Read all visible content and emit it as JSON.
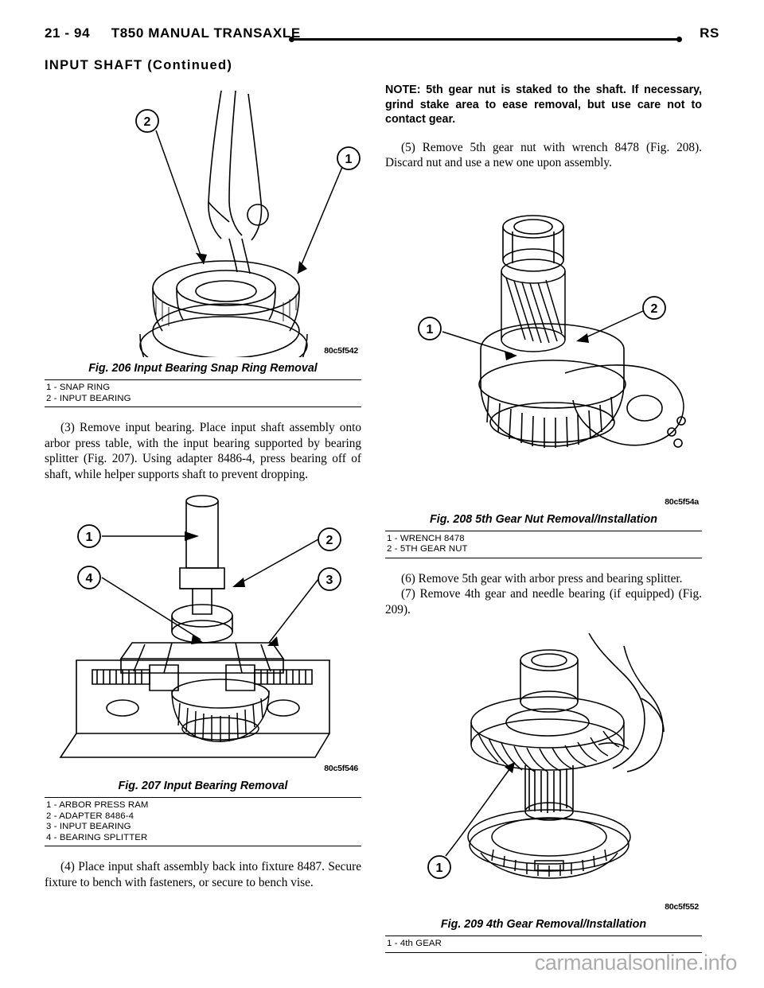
{
  "header": {
    "page_number": "21 - 94",
    "title": "T850 MANUAL TRANSAXLE",
    "right_label": "RS"
  },
  "section_title": "INPUT SHAFT (Continued)",
  "left_column": {
    "figure_206": {
      "code": "80c5f542",
      "caption": "Fig. 206 Input Bearing Snap Ring Removal",
      "legend": [
        "1 - SNAP RING",
        "2 - INPUT BEARING"
      ],
      "callouts": [
        "1",
        "2"
      ]
    },
    "paragraph_3": "(3) Remove input bearing. Place input shaft assembly onto arbor press table, with the input bearing supported by bearing splitter (Fig. 207). Using adapter 8486-4, press bearing off of shaft, while helper supports shaft to prevent dropping.",
    "figure_207": {
      "code": "80c5f546",
      "caption": "Fig. 207 Input Bearing Removal",
      "legend": [
        "1 - ARBOR PRESS RAM",
        "2 - ADAPTER 8486-4",
        "3 - INPUT BEARING",
        "4 - BEARING SPLITTER"
      ],
      "callouts": [
        "1",
        "2",
        "3",
        "4"
      ]
    },
    "paragraph_4": "(4) Place input shaft assembly back into fixture 8487. Secure fixture to bench with fasteners, or secure to bench vise."
  },
  "right_column": {
    "note": "NOTE: 5th gear nut is staked to the shaft. If necessary, grind stake area to ease removal, but use care not to contact gear.",
    "paragraph_5": "(5) Remove 5th gear nut with wrench 8478 (Fig. 208). Discard nut and use a new one upon assembly.",
    "figure_208": {
      "code": "80c5f54a",
      "caption": "Fig. 208 5th Gear Nut Removal/Installation",
      "legend": [
        "1 - WRENCH 8478",
        "2 - 5TH GEAR NUT"
      ],
      "callouts": [
        "1",
        "2"
      ]
    },
    "paragraph_6": "(6) Remove 5th gear with arbor press and bearing splitter.",
    "paragraph_7": "(7) Remove 4th gear and needle bearing (if equipped) (Fig. 209).",
    "figure_209": {
      "code": "80c5f552",
      "caption": "Fig. 209 4th Gear Removal/Installation",
      "legend": [
        "1 - 4th GEAR"
      ],
      "callouts": [
        "1"
      ]
    }
  },
  "watermark": "carmanualsonline.info"
}
